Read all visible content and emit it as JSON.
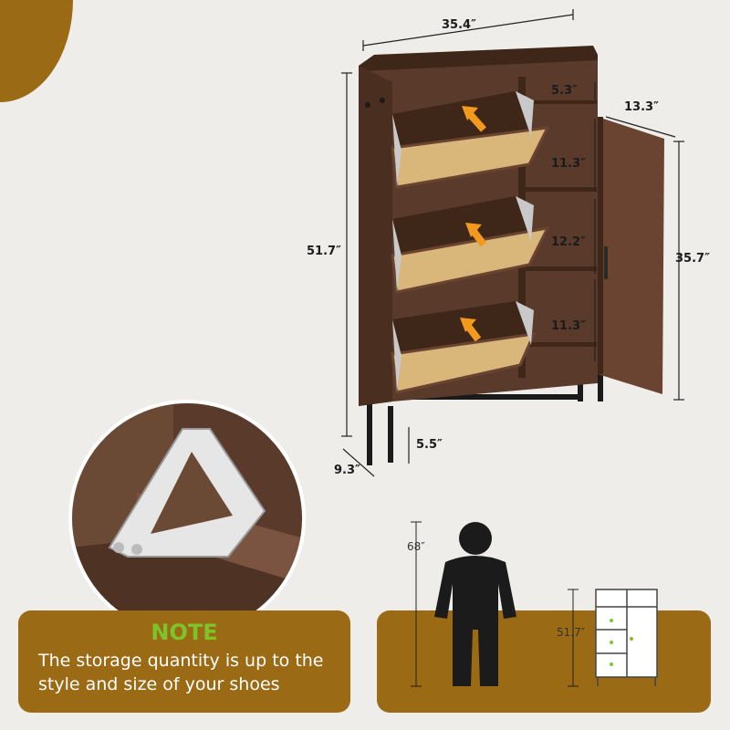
{
  "dimensions": {
    "width": "35.4″",
    "height": "51.7″",
    "depth_top": "13.3″",
    "depth_bottom": "9.3″",
    "top_shelf": "5.3″",
    "shelf_1": "11.3″",
    "shelf_2": "12.2″",
    "shelf_3": "11.3″",
    "door_height": "35.7″",
    "leg_height": "5.5″"
  },
  "note": {
    "title": "NOTE",
    "body": "The storage quantity is up to the style and size of your shoes"
  },
  "scale": {
    "person_height": "68″",
    "cabinet_height": "51.7″"
  },
  "colors": {
    "wood": "#5a3a2a",
    "wood_dark": "#3e2619",
    "rattan": "#d9b67a",
    "accent_panel": "#9b6a14",
    "note_title": "#7cc42a",
    "arrow": "#f29a1e"
  }
}
